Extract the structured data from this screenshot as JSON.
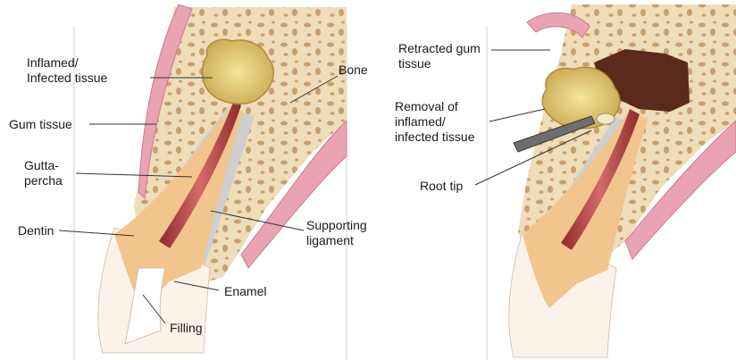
{
  "left_panel": {
    "labels": {
      "inflamed": [
        "Inflamed/",
        "Infected tissue"
      ],
      "bone": "Bone",
      "gum": "Gum tissue",
      "gutta": [
        "Gutta-",
        "percha"
      ],
      "dentin": "Dentin",
      "supporting": [
        "Supporting",
        "ligament"
      ],
      "enamel": "Enamel",
      "filling": "Filling"
    }
  },
  "right_panel": {
    "labels": {
      "retracted": [
        "Retracted gum",
        "tissue"
      ],
      "removal": [
        "Removal of",
        "inflamed/",
        "infected tissue"
      ],
      "root_tip": "Root tip"
    }
  },
  "colors": {
    "gum": "#e9a3b2",
    "bone": "#efdcb9",
    "bone_pore": "#c89f6e",
    "dentin": "#f2c58e",
    "enamel": "#fbf3ea",
    "gutta_percha": "#c05050",
    "infected_tissue": "#e6d37a",
    "ligament": "#a9a9a9"
  }
}
